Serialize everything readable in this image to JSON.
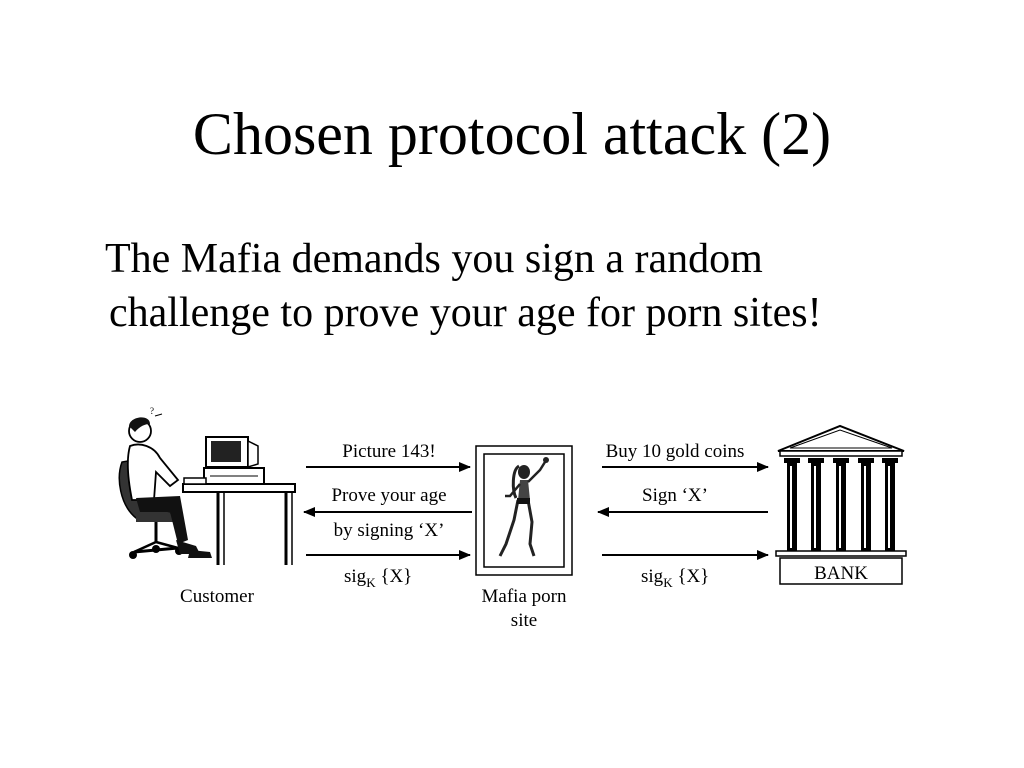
{
  "slide": {
    "title": "Chosen protocol attack (2)",
    "body_line1": "The Mafia demands you sign a random",
    "body_line2": "challenge to prove your age for porn sites!"
  },
  "diagram": {
    "customer_label": "Customer",
    "mafia_label_line1": "Mafia porn",
    "mafia_label_line2": "site",
    "bank_label": "BANK",
    "left_messages": {
      "picture": "Picture 143!",
      "prove_line1": "Prove your age",
      "prove_line2": "by signing ‘X’",
      "sig_base": "sig",
      "sig_sub": "K",
      "sig_arg": " {X}"
    },
    "right_messages": {
      "buy": "Buy 10 gold coins",
      "sign": "Sign ‘X’",
      "sig_base": "sig",
      "sig_sub": "K",
      "sig_arg": " {X}"
    }
  }
}
